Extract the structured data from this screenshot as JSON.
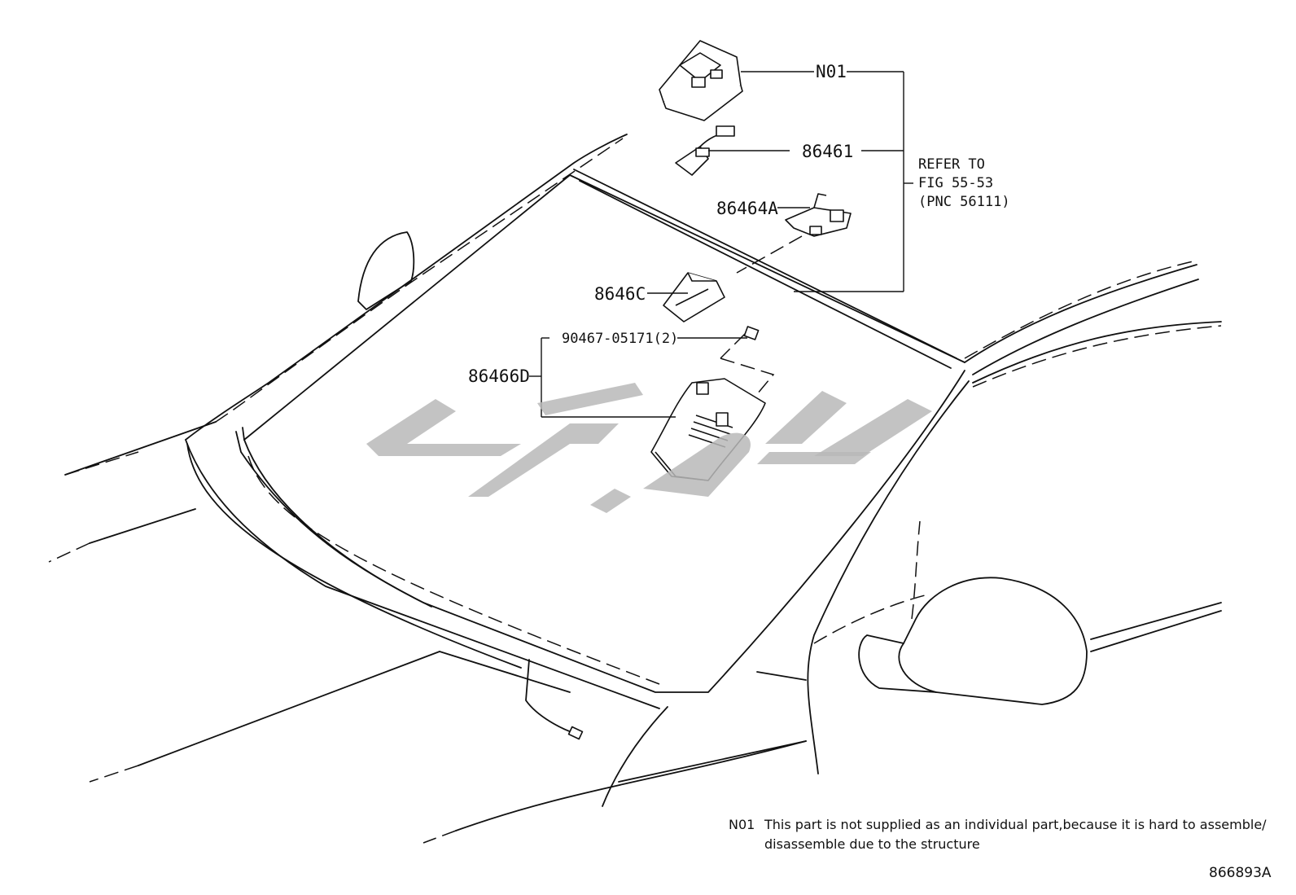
{
  "labels": {
    "n01": "N01",
    "p86461": "86461",
    "p86464a": "86464A",
    "p8646c": "8646C",
    "p90467": "90467-05171(2)",
    "p86466d": "86466D"
  },
  "refer": {
    "line1": "REFER TO",
    "line2": "FIG 55-53",
    "line3": "(PNC 56111)"
  },
  "note": {
    "code": "N01",
    "line1": "This part is not supplied as an individual part,because it is hard to assemble/",
    "line2": "disassemble due to the structure"
  },
  "figure_number": "866893A",
  "icons": {
    "watermark": "brand-logo-watermark"
  }
}
